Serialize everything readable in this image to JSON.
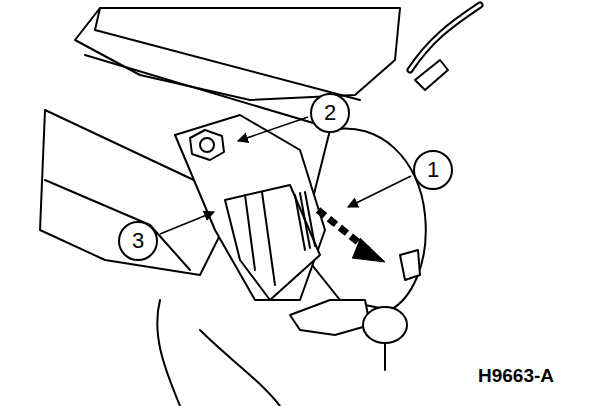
{
  "diagram": {
    "labels": [
      "1",
      "2",
      "3",
      "H9663-A"
    ]
  }
}
